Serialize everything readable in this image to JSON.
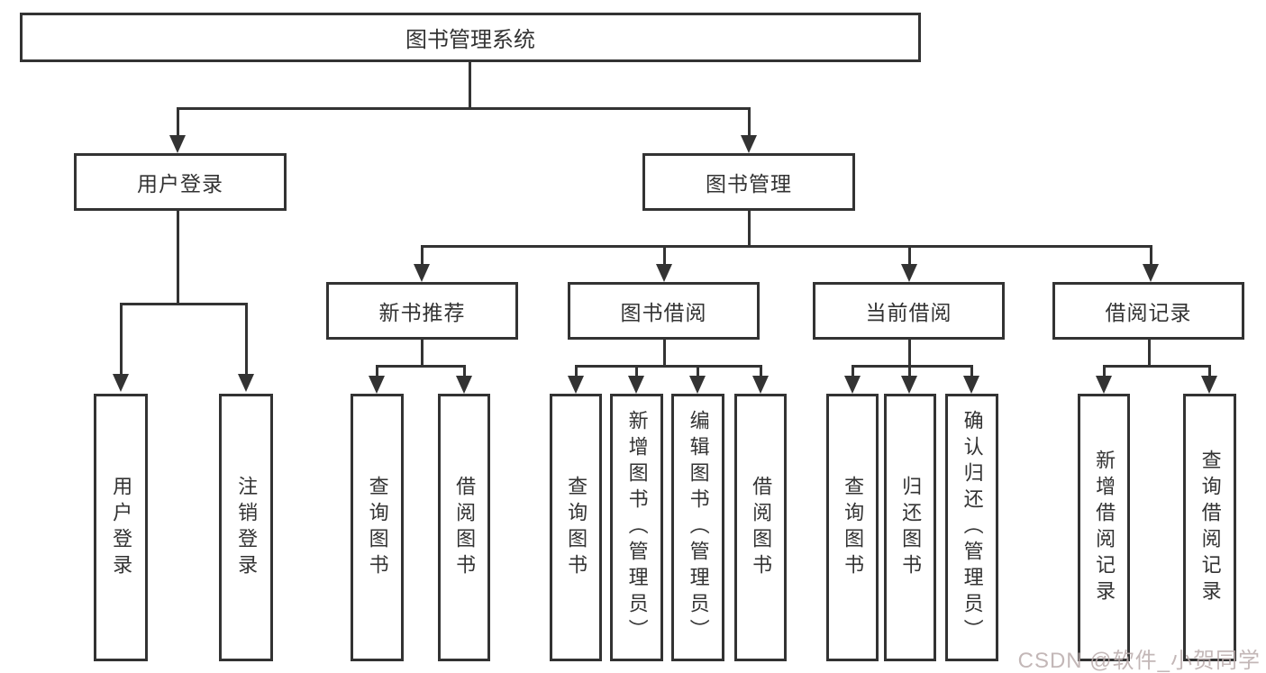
{
  "tree": {
    "root": {
      "label": "图书管理系统"
    },
    "children": [
      {
        "label": "用户登录",
        "children": [
          {
            "label": "用户登录"
          },
          {
            "label": "注销登录"
          }
        ]
      },
      {
        "label": "图书管理",
        "children": [
          {
            "label": "新书推荐",
            "children": [
              {
                "label": "查询图书"
              },
              {
                "label": "借阅图书"
              }
            ]
          },
          {
            "label": "图书借阅",
            "children": [
              {
                "label": "查询图书"
              },
              {
                "label": "新增图书（管理员）"
              },
              {
                "label": "编辑图书（管理员）"
              },
              {
                "label": "借阅图书"
              }
            ]
          },
          {
            "label": "当前借阅",
            "children": [
              {
                "label": "查询图书"
              },
              {
                "label": "归还图书"
              },
              {
                "label": "确认归还（管理员）"
              }
            ]
          },
          {
            "label": "借阅记录",
            "children": [
              {
                "label": "新增借阅记录"
              },
              {
                "label": "查询借阅记录"
              }
            ]
          }
        ]
      }
    ]
  },
  "watermark": {
    "text": "CSDN @软件_小贺同学"
  },
  "colors": {
    "line": "#333333",
    "text": "#333333",
    "background": "#ffffff",
    "watermark": "#b9aaaa"
  }
}
